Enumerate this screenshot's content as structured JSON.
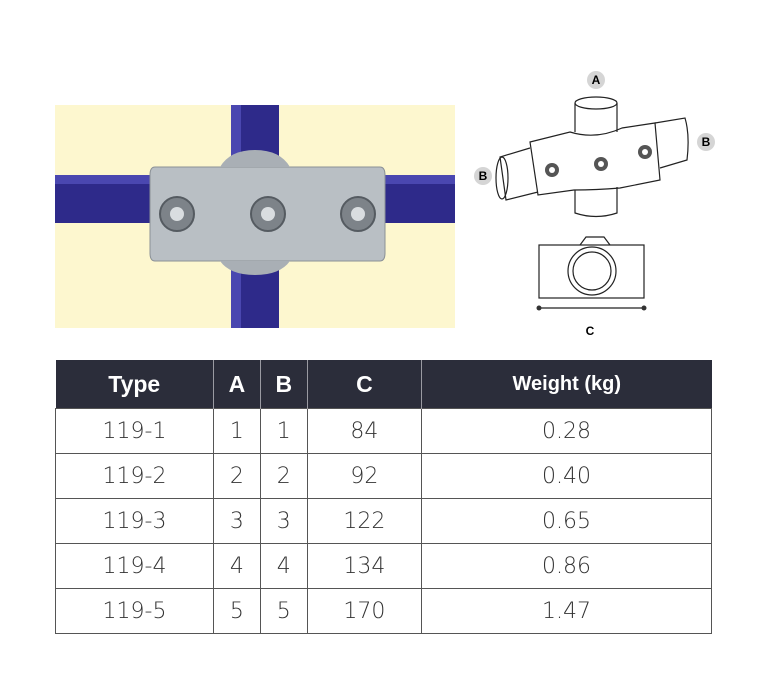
{
  "diagram": {
    "label_a": "A",
    "label_b": "B",
    "label_c": "C"
  },
  "table": {
    "headers": [
      "Type",
      "A",
      "B",
      "C",
      "Weight (kg)"
    ],
    "rows": [
      [
        "119-1",
        "1",
        "1",
        "84",
        "0.28"
      ],
      [
        "119-2",
        "2",
        "2",
        "92",
        "0.40"
      ],
      [
        "119-3",
        "3",
        "3",
        "122",
        "0.65"
      ],
      [
        "119-4",
        "4",
        "4",
        "134",
        "0.86"
      ],
      [
        "119-5",
        "5",
        "5",
        "170",
        "1.47"
      ]
    ]
  },
  "colors": {
    "background": "#fdf7cf",
    "pipe": "#2e2a8a",
    "fitting": "#b9bfc4",
    "header": "#2b2d3a"
  }
}
